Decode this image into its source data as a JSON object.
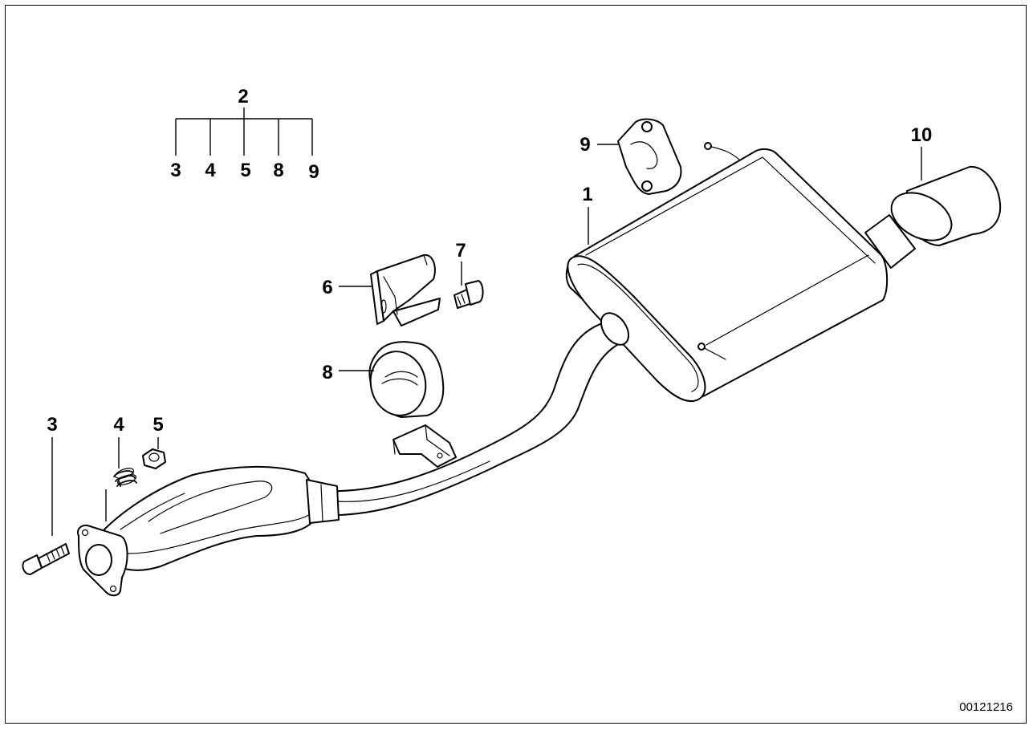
{
  "diagram": {
    "reference_number": "00121216",
    "group": {
      "label": "2",
      "members": [
        "3",
        "4",
        "5",
        "8",
        "9"
      ]
    },
    "callouts": [
      {
        "id": "callout-1",
        "label": "1"
      },
      {
        "id": "callout-3",
        "label": "3"
      },
      {
        "id": "callout-4",
        "label": "4"
      },
      {
        "id": "callout-5",
        "label": "5"
      },
      {
        "id": "callout-6",
        "label": "6"
      },
      {
        "id": "callout-7",
        "label": "7"
      },
      {
        "id": "callout-8",
        "label": "8"
      },
      {
        "id": "callout-9",
        "label": "9"
      },
      {
        "id": "callout-10",
        "label": "10"
      }
    ],
    "colors": {
      "line": "#000000",
      "background": "#ffffff"
    }
  }
}
